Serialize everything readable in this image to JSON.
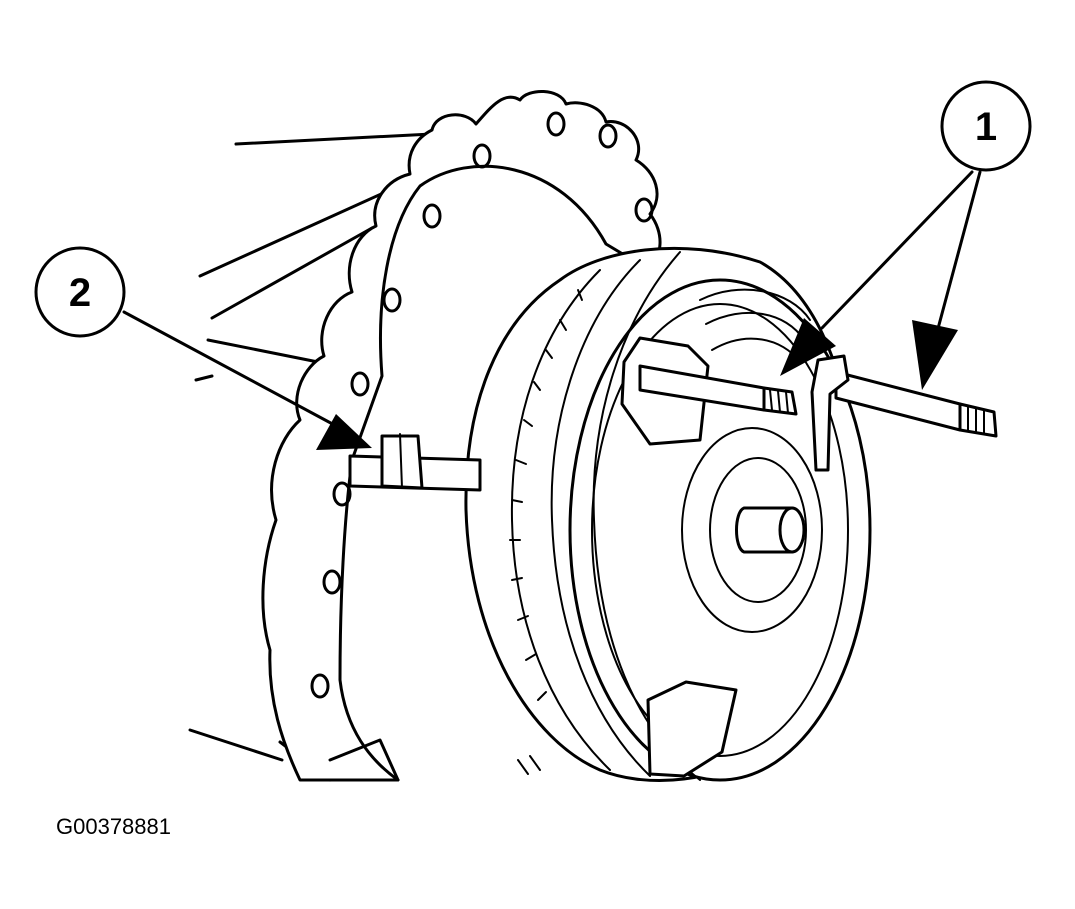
{
  "figure": {
    "id_label": "G00378881",
    "ink_color": "#000000",
    "background_color": "#ffffff"
  },
  "callouts": [
    {
      "label": "1"
    },
    {
      "label": "2"
    }
  ]
}
